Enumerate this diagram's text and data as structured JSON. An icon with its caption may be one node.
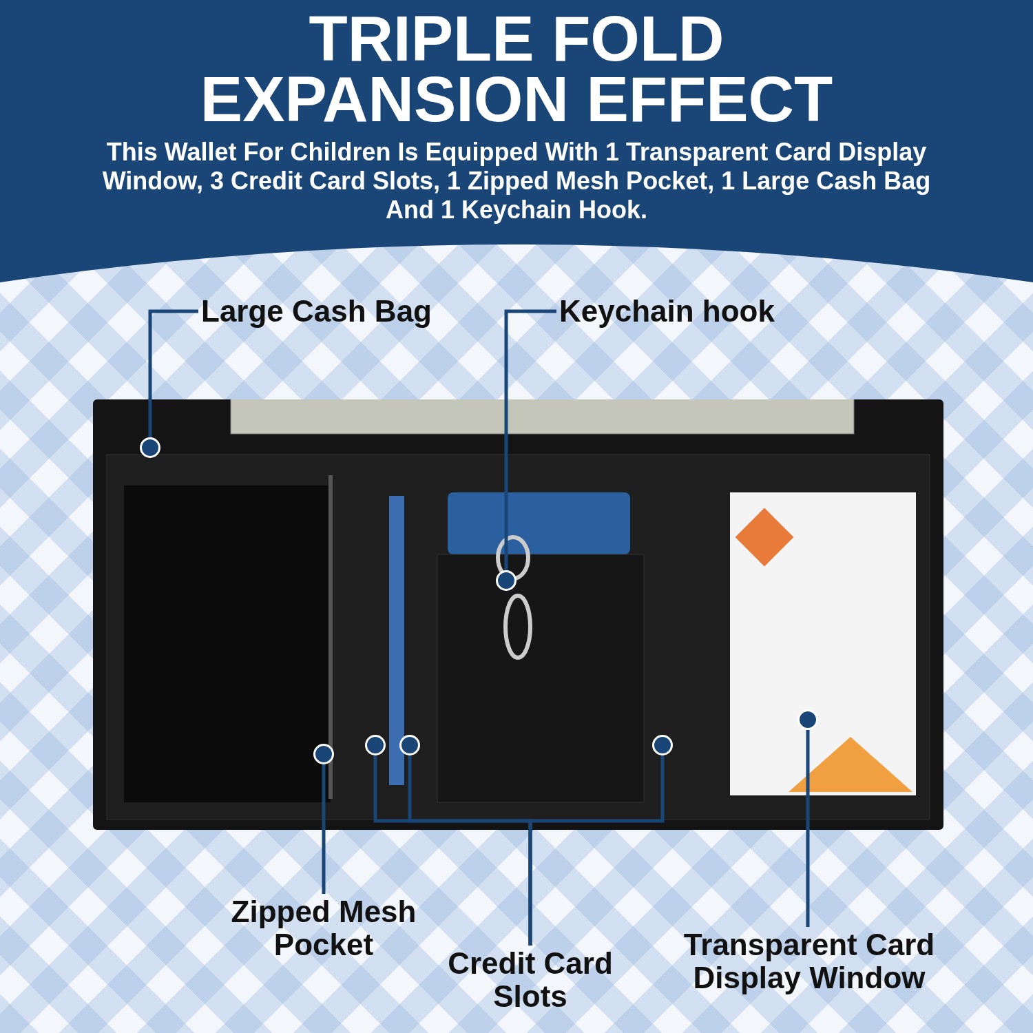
{
  "diagram": {
    "title": "TRIPLE FOLD EXPANSION EFFECT",
    "nodes": [
      {
        "text": [],
        "shape": "picture"
      },
      {
        "text": [
          "Large Cash Bag"
        ]
      },
      {
        "text": [],
        "shape": "circle",
        "in": 0
      },
      {
        "text": [
          "Keychain hook"
        ]
      },
      {
        "text": [],
        "shape": "circle",
        "in": 0
      },
      {
        "text": [],
        "shape": "circle",
        "in": 0
      },
      {
        "text": [],
        "shape": "circle",
        "in": 0
      },
      {
        "text": [],
        "shape": "circle",
        "in": 0
      },
      {
        "text": [],
        "shape": "circle",
        "in": 0
      },
      {
        "text": [],
        "shape": "circle",
        "in": 0
      },
      {
        "text": [
          "Zipped Mesh Pocket"
        ]
      },
      {
        "text": [
          "Credit Card Slots"
        ]
      },
      {
        "text": [
          "Transparent Card Display Window"
        ]
      }
    ],
    "edges": [
      {
        "from": 1,
        "to": 2,
        "arrow": "none"
      },
      {
        "from": 3,
        "to": 4,
        "arrow": "none"
      },
      {
        "from": 10,
        "to": 5,
        "arrow": "none"
      },
      {
        "from": 11,
        "to": 6,
        "arrow": "none"
      },
      {
        "from": 11,
        "to": 7,
        "arrow": "none"
      },
      {
        "from": 11,
        "to": 8,
        "arrow": "none"
      },
      {
        "from": 12,
        "to": 9,
        "arrow": "none"
      }
    ],
    "labels": [
      "This Wallet For Children Is Equipped With 1 Transparent Card Display Window, 3 Credit Card Slots, 1 Zipped Mesh Pocket, 1 Large Cash Bag And 1 Keychain Hook."
    ]
  }
}
